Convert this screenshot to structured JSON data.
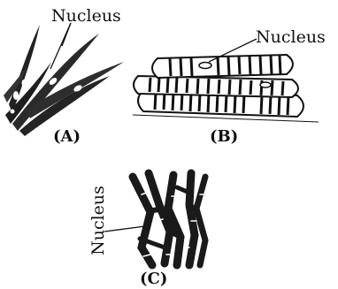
{
  "figures": [
    {
      "id": "A",
      "caption": "(A)",
      "pointer_label": "Nucleus"
    },
    {
      "id": "B",
      "caption": "(B)",
      "pointer_label": "Nucleus"
    },
    {
      "id": "C",
      "caption": "(C)",
      "pointer_label": "Nucleus"
    }
  ]
}
